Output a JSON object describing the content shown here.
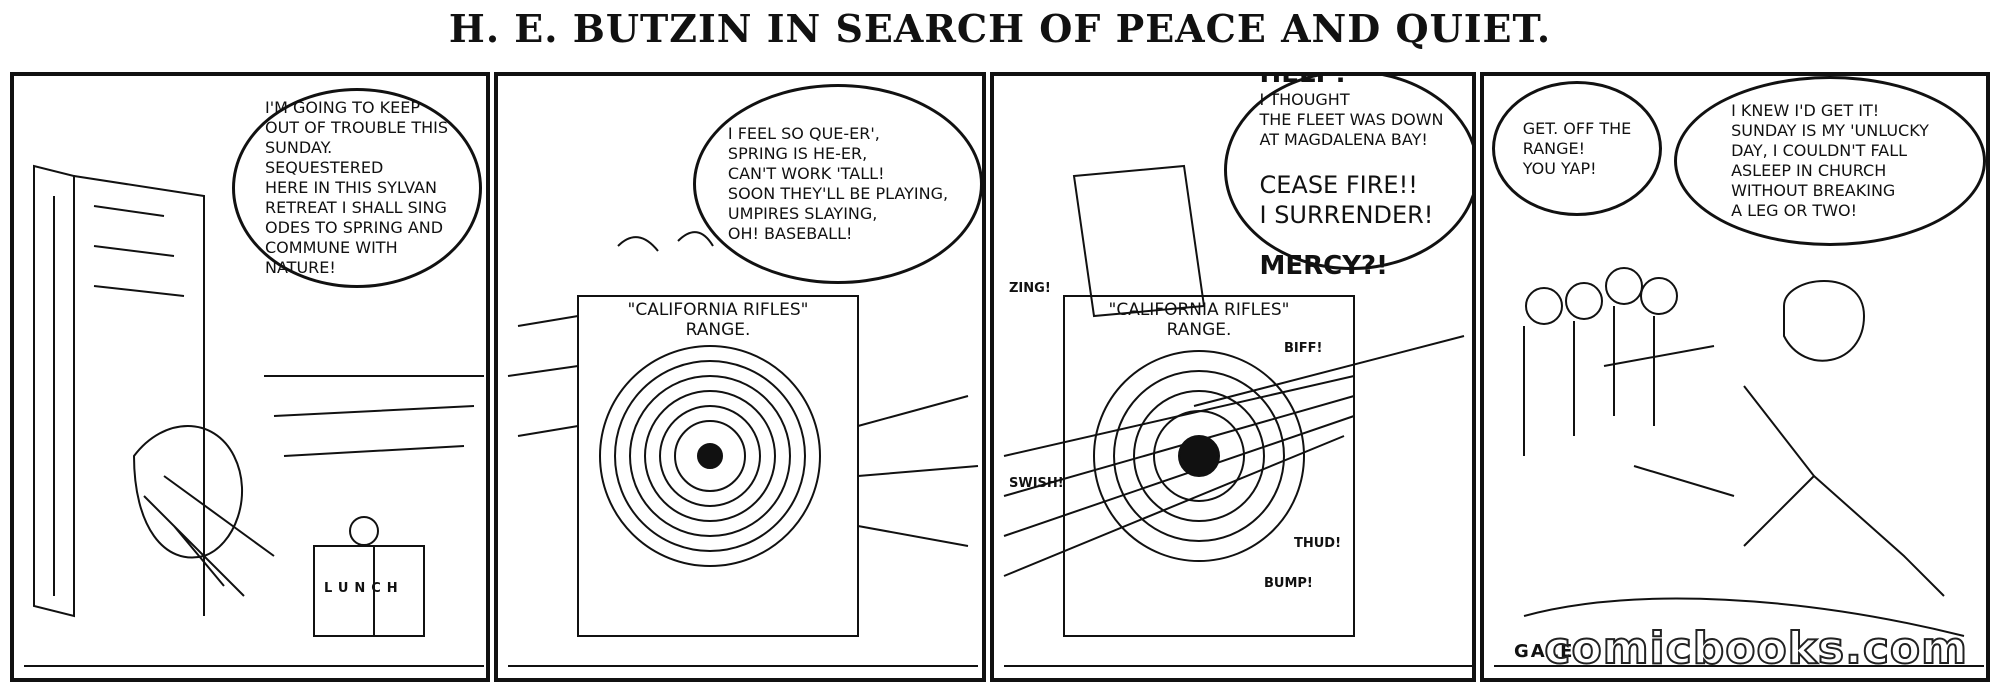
{
  "title": "H. E. BUTZIN IN SEARCH OF PEACE AND QUIET.",
  "panels": [
    {
      "bubble": "I'M GOING TO KEEP\nOUT OF TROUBLE THIS\nSUNDAY. SEQUESTERED\nHERE IN THIS SYLVAN\nRETREAT I SHALL SING\nODES TO SPRING AND\nCOMMUNE WITH\nNATURE!",
      "lunch_label": "LUNCH"
    },
    {
      "bubble": "I FEEL SO QUE-ER',\nSPRING IS HE-ER,\nCAN'T WORK 'TALL!\nSOON THEY'LL BE PLAYING,\nUMPIRES SLAYING,\nOH! BASEBALL!",
      "target_label": "\"CALIFORNIA RIFLES\"\nRANGE."
    },
    {
      "bubble_help": "HELP!",
      "bubble_text": "I THOUGHT\nTHE FLEET WAS DOWN\nAT MAGDALENA BAY!",
      "bubble_cease": "CEASE FIRE!!\nI SURRENDER!",
      "bubble_mercy": "MERCY?!",
      "target_label": "\"CALIFORNIA RIFLES\"\nRANGE.",
      "sfx_zing": "ZING!",
      "sfx_swish": "SWISH!",
      "sfx_thud": "THUD!",
      "sfx_bump": "BUMP!",
      "sfx_biff": "BIFF!"
    },
    {
      "bubble_left": "GET. OFF THE\nRANGE!\nYOU YAP!",
      "bubble_right": "I KNEW I'D GET IT!\nSUNDAY IS MY 'UNLUCKY\nDAY, I COULDN'T FALL\nASLEEP IN CHURCH\nWITHOUT BREAKING\nA LEG OR TWO!"
    }
  ],
  "credit": "GALE",
  "watermark": "comicbooks.com"
}
